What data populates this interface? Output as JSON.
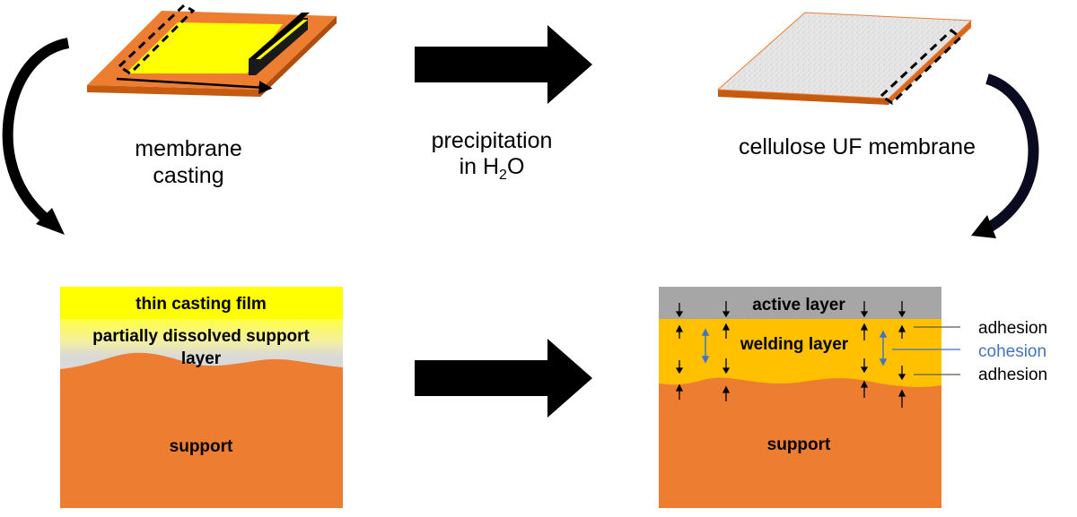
{
  "colors": {
    "support": "#ED7D31",
    "support_dark": "#C55A11",
    "casting_film": "#FFFF00",
    "welding": "#FFC000",
    "active": "#A6A6A6",
    "dissolved_gray": "#D9D9D9",
    "membrane_surface": "#E4E4E4",
    "arrow": "#000000",
    "cohesion": "#4472C4",
    "leader": "#595959"
  },
  "steps": {
    "casting": {
      "line1": "membrane",
      "line2": "casting"
    },
    "precipitation": {
      "line1": "precipitation",
      "line2_prefix": "in H",
      "line2_sub": "2",
      "line2_suffix": "O"
    },
    "membrane": {
      "label": "cellulose UF membrane"
    }
  },
  "left_stack": {
    "film": "thin casting film",
    "dissolved_line1": "partially dissolved support",
    "dissolved_line2": "layer",
    "support": "support"
  },
  "right_stack": {
    "active": "active layer",
    "welding": "welding layer",
    "support": "support"
  },
  "forces": {
    "adhesion_top": "adhesion",
    "cohesion": "cohesion",
    "adhesion_bottom": "adhesion"
  }
}
